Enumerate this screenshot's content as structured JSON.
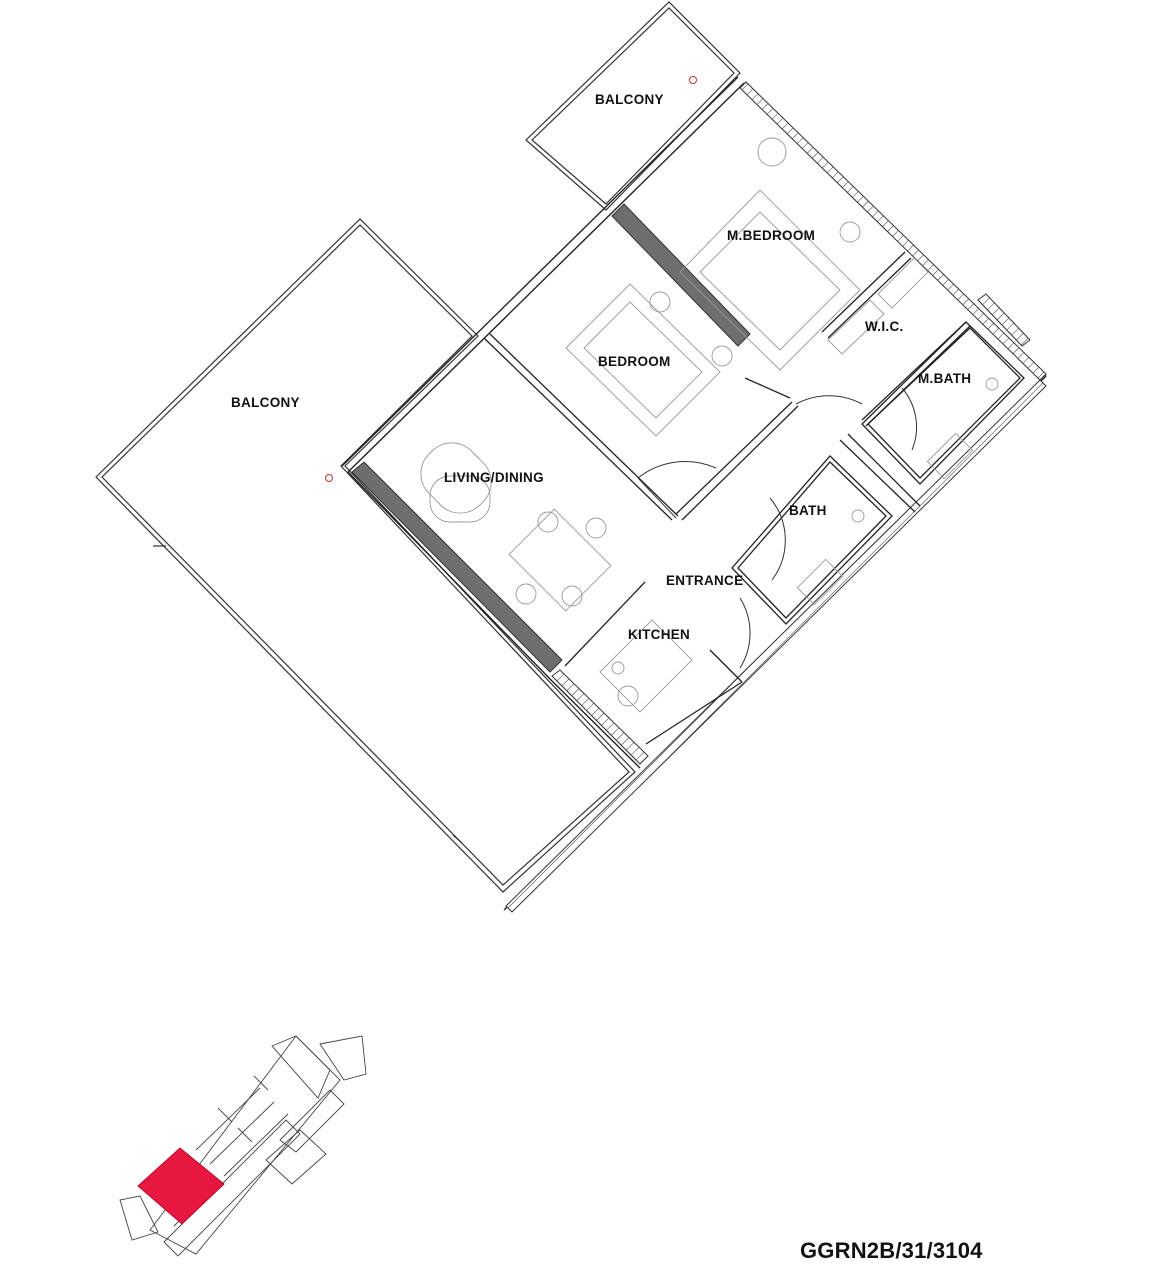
{
  "rooms": {
    "balcony_top": "BALCONY",
    "balcony_left": "BALCONY",
    "master_bedroom": "M.BEDROOM",
    "bedroom": "BEDROOM",
    "wic": "W.I.C.",
    "master_bath": "M.BATH",
    "living_dining": "LIVING/DINING",
    "bath": "BATH",
    "entrance": "ENTRANCE",
    "kitchen": "KITCHEN"
  },
  "unit_code": "GGRN2B/31/3104",
  "colors": {
    "highlight": "#e8173f",
    "wall_fill": "#6e6e6e",
    "line": "#222222"
  }
}
